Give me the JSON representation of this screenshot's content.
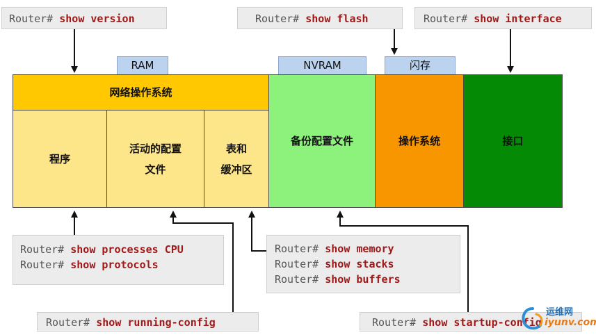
{
  "top_commands": {
    "show_version": {
      "prompt": "Router#",
      "cmd": "show version"
    },
    "show_flash": {
      "prompt": "Router#",
      "cmd": "show flash"
    },
    "show_interface": {
      "prompt": "Router#",
      "cmd": "show interface"
    }
  },
  "tabs": {
    "ram": "RAM",
    "nvram": "NVRAM",
    "flash": "闪存"
  },
  "blocks": {
    "network_os": "网络操作系统",
    "programs": "程序",
    "active_config_1": "活动的配置",
    "active_config_2": "文件",
    "tables_1": "表和",
    "tables_2": "缓冲区",
    "backup_config": "备份配置文件",
    "os": "操作系统",
    "interfaces": "接口"
  },
  "bottom_commands": {
    "box1": [
      {
        "prompt": "Router#",
        "cmd": "show processes CPU"
      },
      {
        "prompt": "Router#",
        "cmd": "show protocols"
      }
    ],
    "box2": [
      {
        "prompt": "Router#",
        "cmd": "show memory"
      },
      {
        "prompt": "Router#",
        "cmd": "show stacks"
      },
      {
        "prompt": "Router#",
        "cmd": "show buffers"
      }
    ],
    "running_config": {
      "prompt": "Router#",
      "cmd": "show running-config"
    },
    "startup_config": {
      "prompt": "Router#",
      "cmd": "show startup-config"
    }
  },
  "watermark": {
    "line1": "运维网",
    "line2": "iyunv.com"
  },
  "colors": {
    "ram_top": "#ffc800",
    "ram_cells": "#fde58a",
    "nvram": "#8df27c",
    "flash": "#f89600",
    "interfaces": "#058a05",
    "tab": "#bcd3f0",
    "command": "#a01818"
  }
}
